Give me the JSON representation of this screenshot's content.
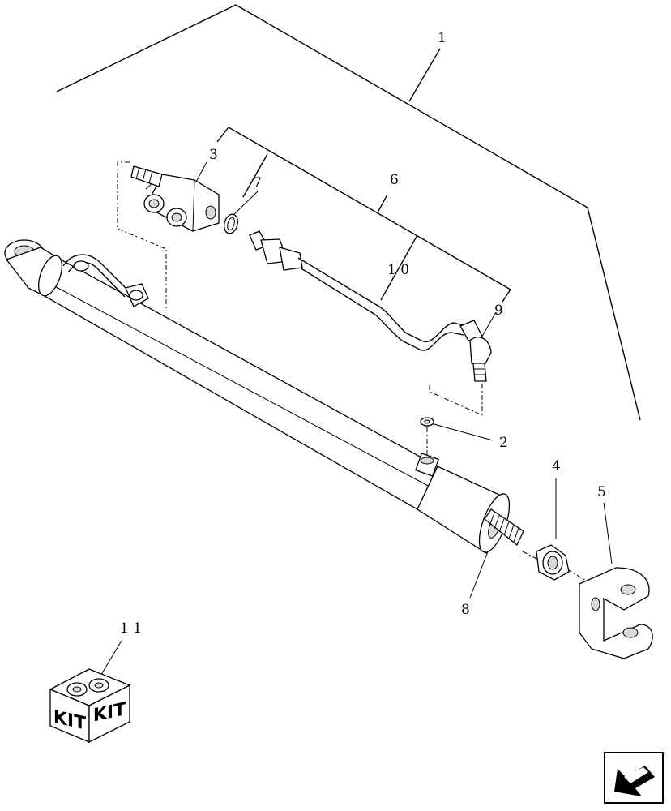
{
  "callouts": {
    "c1": "1",
    "c2": "2",
    "c3": "3",
    "c4": "4",
    "c5": "5",
    "c6": "6",
    "c7": "7",
    "c8": "8",
    "c9": "9",
    "c10": "1 0",
    "c11": "1 1"
  },
  "kit": {
    "label_left": "KIT",
    "label_right": "KIT"
  },
  "nav": {
    "icon": "previous-arrow-icon"
  }
}
